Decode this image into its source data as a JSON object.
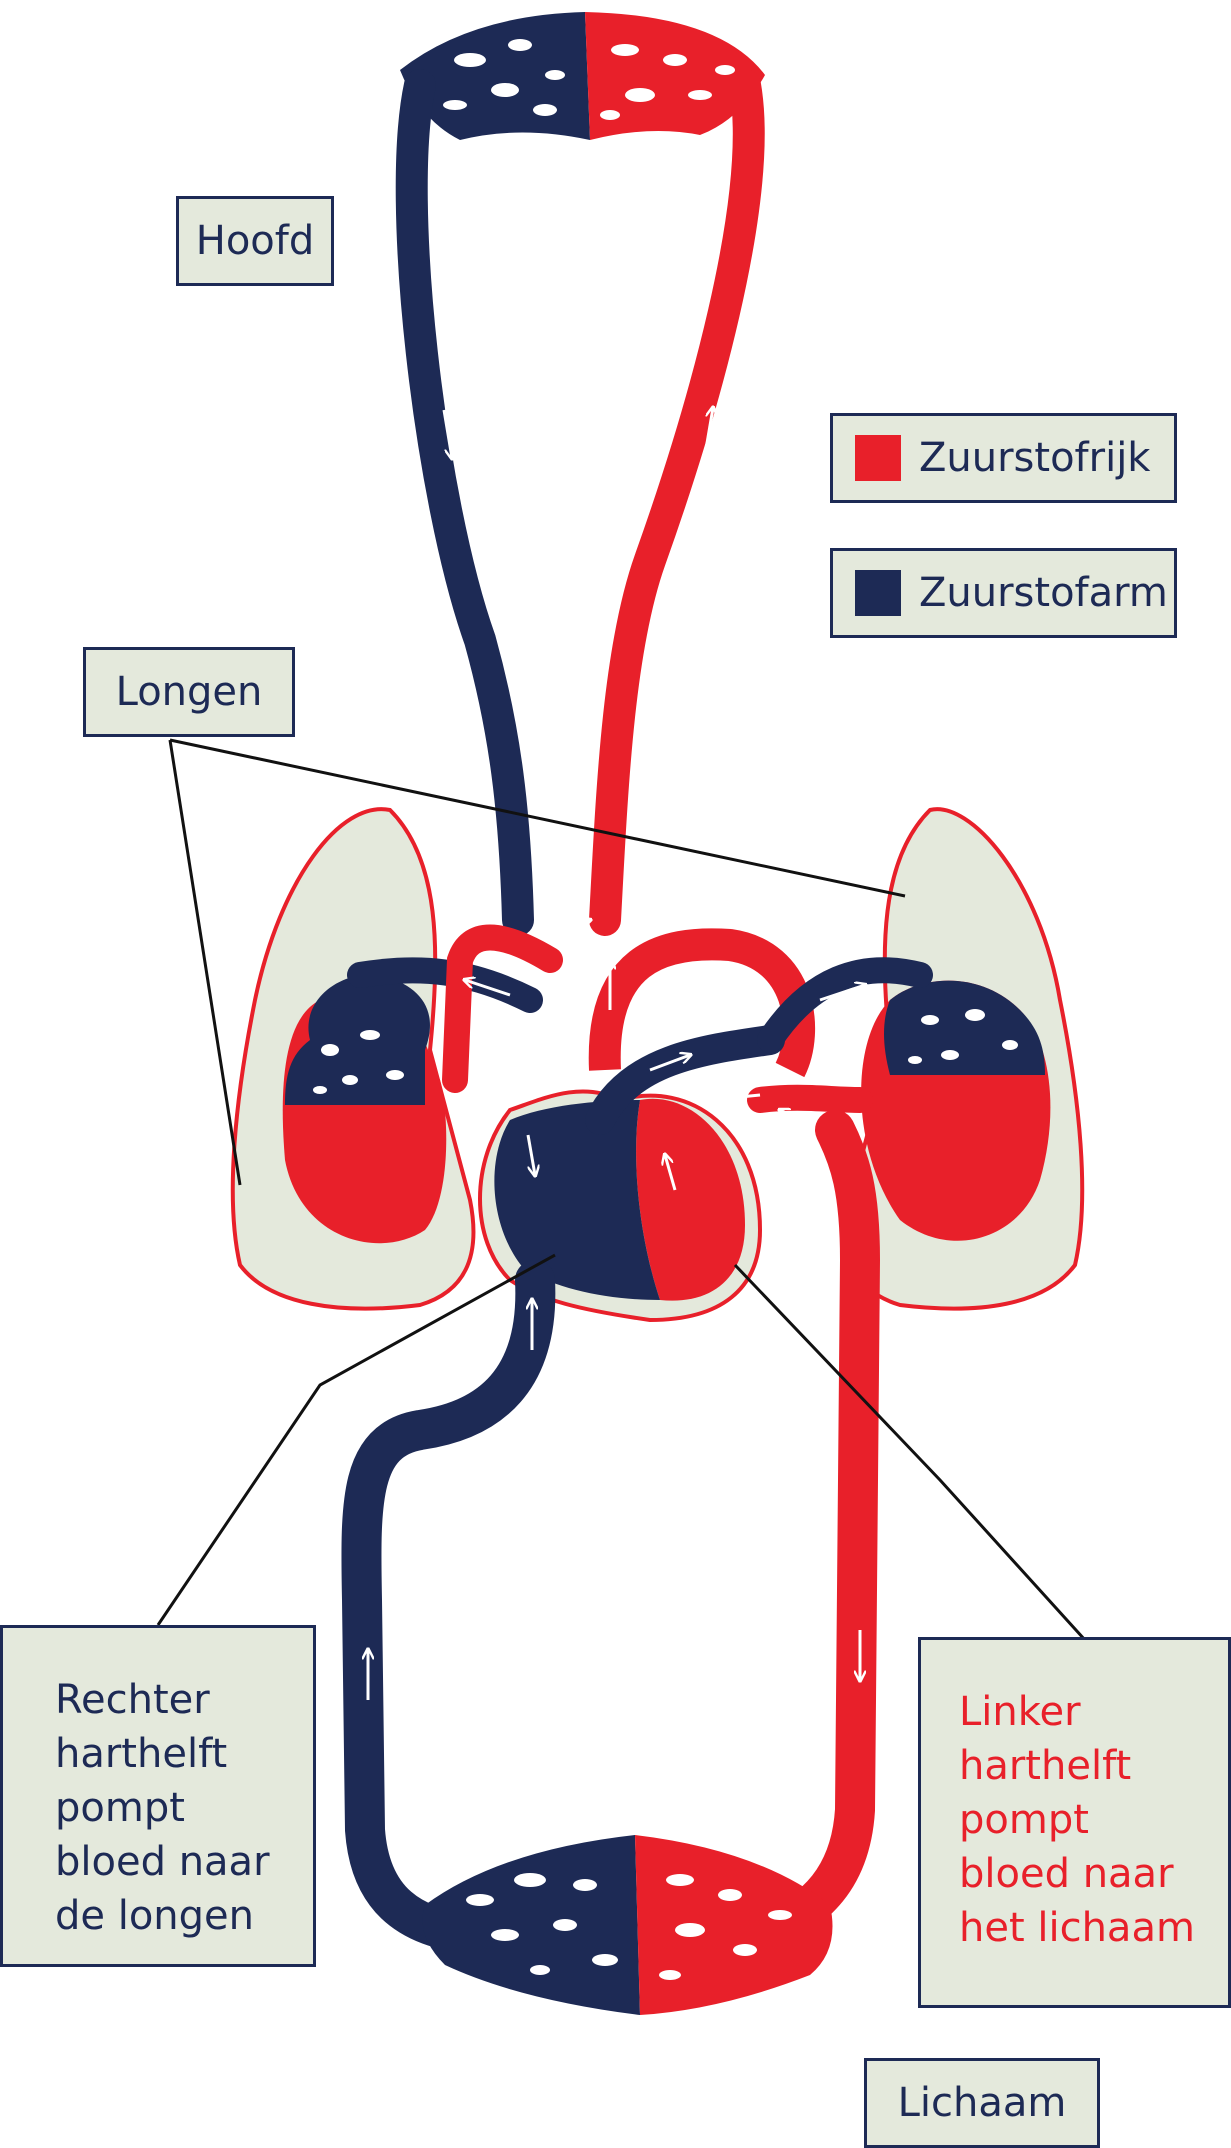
{
  "labels": {
    "head": "Hoofd",
    "lungs": "Longen",
    "body": "Lichaam"
  },
  "legend": [
    {
      "label": "Zuurstofrijk",
      "color": "#e8202a"
    },
    {
      "label": "Zuurstofarm",
      "color": "#1d2a55"
    }
  ],
  "right_half": {
    "lines": [
      "Rechter",
      "harthelft",
      "pompt",
      "bloed naar",
      "de longen"
    ],
    "color": "#1d2a55"
  },
  "left_half": {
    "lines": [
      "Linker",
      "harthelft",
      "pompt",
      "bloed naar",
      "het lichaam"
    ],
    "color": "#e8202a"
  },
  "colors": {
    "oxygen_rich": "#e8202a",
    "oxygen_poor": "#1d2a55",
    "lung_fill": "#e4e9dc"
  }
}
